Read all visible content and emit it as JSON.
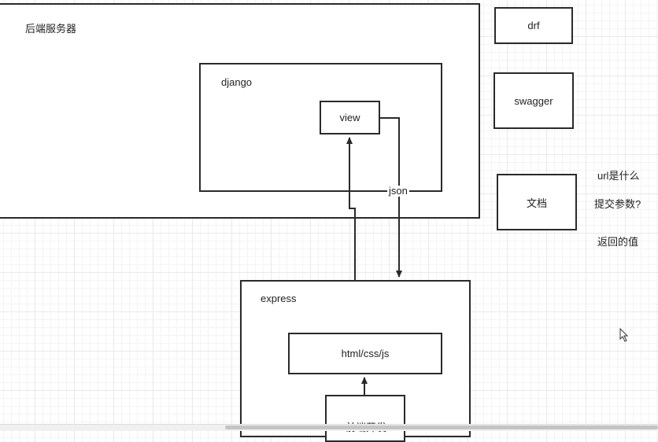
{
  "diagram": {
    "backend_server": {
      "label": "后端服务器"
    },
    "django": {
      "label": "django"
    },
    "view": {
      "label": "view"
    },
    "json_edge": {
      "label": "json"
    },
    "express": {
      "label": "express"
    },
    "html_css_js": {
      "label": "html/css/js"
    },
    "frontend_dev": {
      "label": "前端开发"
    },
    "drf": {
      "label": "drf"
    },
    "swagger": {
      "label": "swagger"
    },
    "docs": {
      "label": "文档"
    },
    "notes": [
      "url是什么",
      "提交参数?",
      "返回的值"
    ]
  }
}
